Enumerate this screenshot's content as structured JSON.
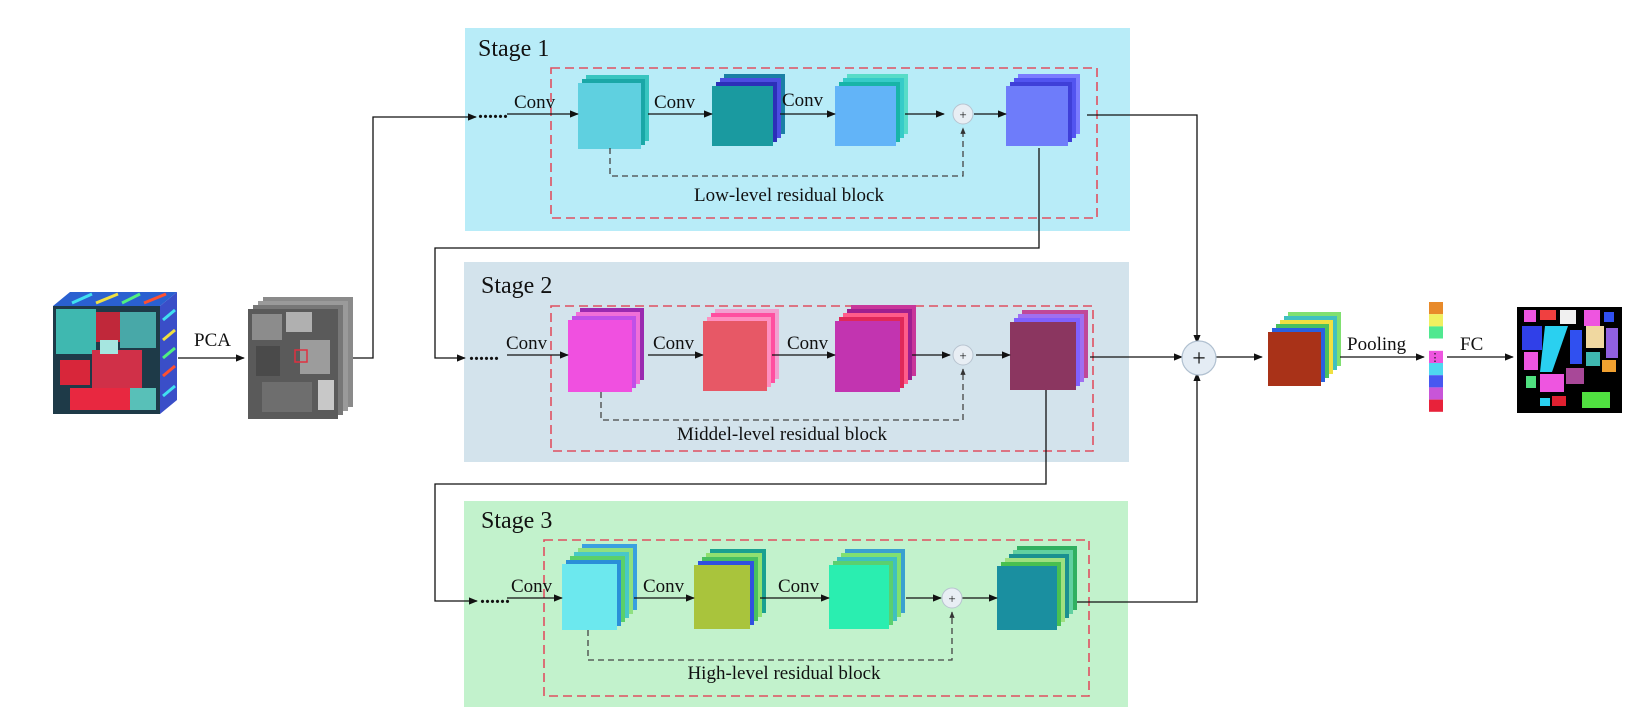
{
  "stages": [
    {
      "title": "Stage 1",
      "block_label": "Low-level residual block",
      "bg_color": "#b8ecf8",
      "front_colors": [
        "#5fd0e0",
        "#1a9aa0",
        "#62b4f8",
        "#6e7cfa"
      ],
      "stack_colors": [
        [
          "#1aa7a7",
          "#38c5c0"
        ],
        [
          "#2c2fb8",
          "#4c4de0",
          "#1b7fa5"
        ],
        [
          "#18b4a8",
          "#36cbc8",
          "#58dcc8"
        ],
        [
          "#3f3fd8",
          "#5254f0",
          "#7b7bff"
        ]
      ]
    },
    {
      "title": "Stage 2",
      "block_label": "Middel-level residual block",
      "bg_color": "#d3e3ec",
      "front_colors": [
        "#f050e0",
        "#e75866",
        "#c234b0",
        "#8b3660"
      ],
      "stack_colors": [
        [
          "#c050e8",
          "#f06fd8",
          "#9a2ab0"
        ],
        [
          "#ff8fc0",
          "#ff4fa0",
          "#f2a0d0"
        ],
        [
          "#e0285a",
          "#ff5c8a",
          "#9f1f8f",
          "#c8369a"
        ],
        [
          "#8060ff",
          "#a06ff0",
          "#c04898"
        ]
      ]
    },
    {
      "title": "Stage 3",
      "block_label": "High-level residual block",
      "bg_color": "#c2f2cc",
      "front_colors": [
        "#6ce8ee",
        "#a9c43c",
        "#2aeeb0",
        "#1a8fa0"
      ],
      "stack_colors": [
        [
          "#2a8fd8",
          "#5ad06a",
          "#48c8c8",
          "#8fe080",
          "#3aa0e0"
        ],
        [
          "#3050e0",
          "#48c060",
          "#90e070",
          "#1aa090"
        ],
        [
          "#5ad070",
          "#40c0c0",
          "#80e070",
          "#3aa0d0"
        ],
        [
          "#48c050",
          "#9fe080",
          "#1a9090",
          "#60d0a0",
          "#30b060"
        ]
      ]
    }
  ],
  "labels": {
    "conv": "Conv",
    "pca": "PCA",
    "pooling": "Pooling",
    "fc": "FC",
    "dots": "......",
    "add_symbol": "+",
    "vertical_dots": "⋮"
  },
  "output_feature": {
    "front_color": "#a93218",
    "stack_colors": [
      "#2a60e0",
      "#48c060",
      "#f0e040",
      "#40c0c0",
      "#80e070"
    ]
  },
  "pooled_vector_colors": [
    "#e88a2a",
    "#f0f060",
    "#50e890",
    "#ffffff",
    "#ee55e0",
    "#4fd8f0",
    "#4858f0",
    "#c855d8",
    "#e8223a"
  ],
  "dashed_box_color": "#e05060",
  "icons": {
    "hsi_cube": "hyperspectral-cube-icon",
    "pca_stack": "pca-band-stack-icon",
    "classification_map": "classification-map-icon"
  }
}
